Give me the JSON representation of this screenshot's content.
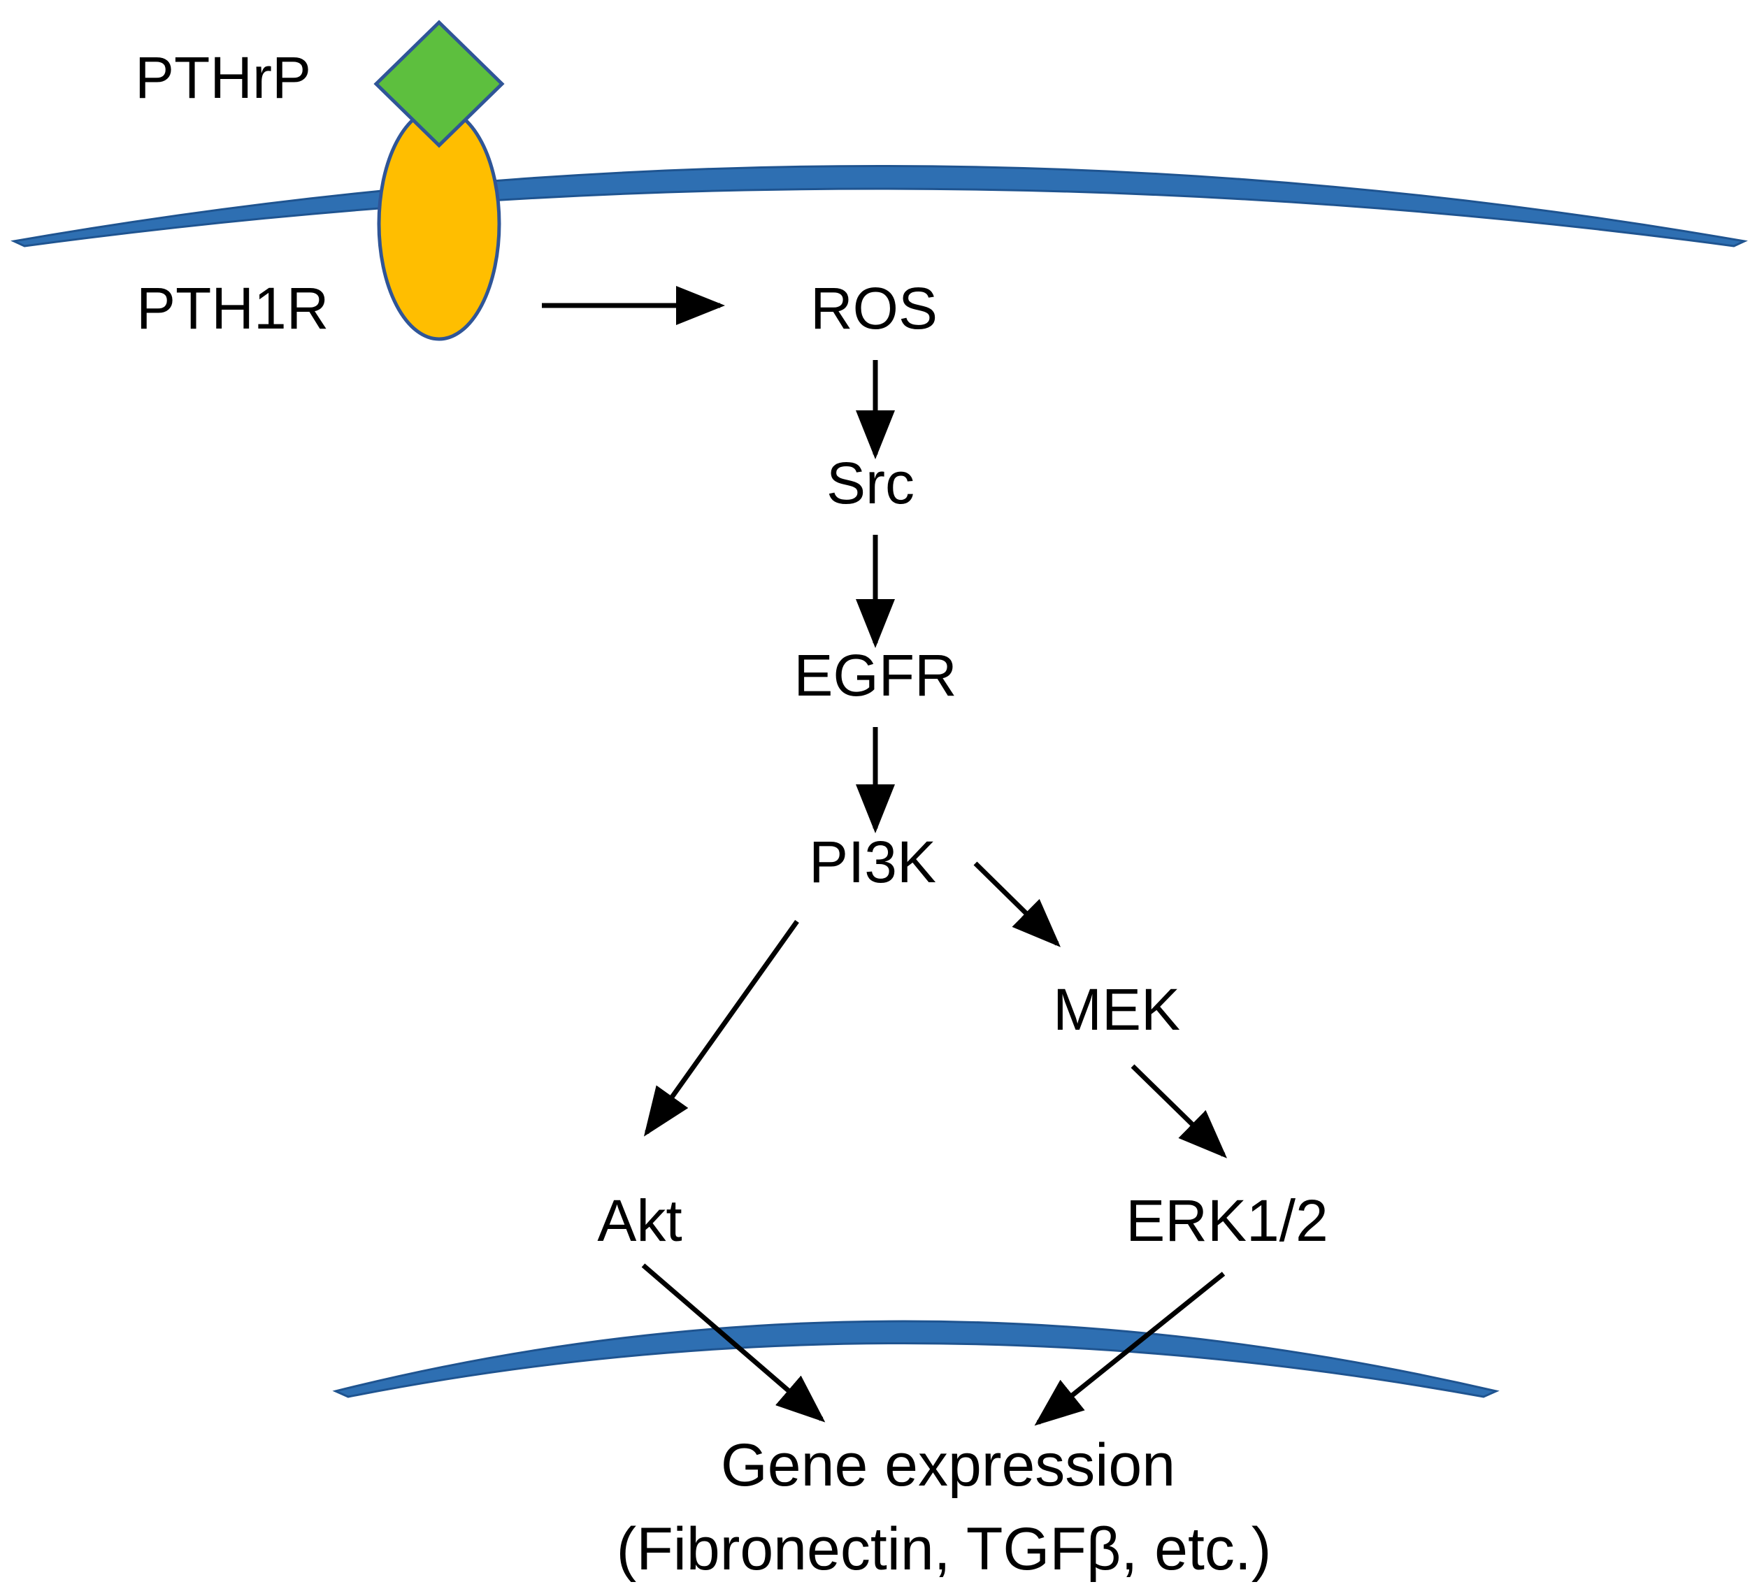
{
  "colors": {
    "membrane": "#2E6FB2",
    "membrane_outline": "#1F5490",
    "receptor_fill": "#FFBE00",
    "receptor_outline": "#2F5597",
    "ligand_fill": "#5DBF3E",
    "ligand_outline": "#2F5597",
    "arrow": "#000000",
    "text": "#000000"
  },
  "labels": {
    "pthrp": "PTHrP",
    "pth1r": "PTH1R",
    "ros": "ROS",
    "src": "Src",
    "egfr": "EGFR",
    "pi3k": "PI3K",
    "mek": "MEK",
    "akt": "Akt",
    "erk": "ERK1/2",
    "gene_expression": "Gene expression",
    "gene_examples": "(Fibronectin, TGFβ, etc.)"
  },
  "edges": [
    {
      "from": "PTH1R",
      "to": "ROS"
    },
    {
      "from": "ROS",
      "to": "Src"
    },
    {
      "from": "Src",
      "to": "EGFR"
    },
    {
      "from": "EGFR",
      "to": "PI3K"
    },
    {
      "from": "PI3K",
      "to": "MEK"
    },
    {
      "from": "PI3K",
      "to": "Akt"
    },
    {
      "from": "MEK",
      "to": "ERK1/2"
    },
    {
      "from": "Akt",
      "to": "Gene expression"
    },
    {
      "from": "ERK1/2",
      "to": "Gene expression"
    }
  ]
}
